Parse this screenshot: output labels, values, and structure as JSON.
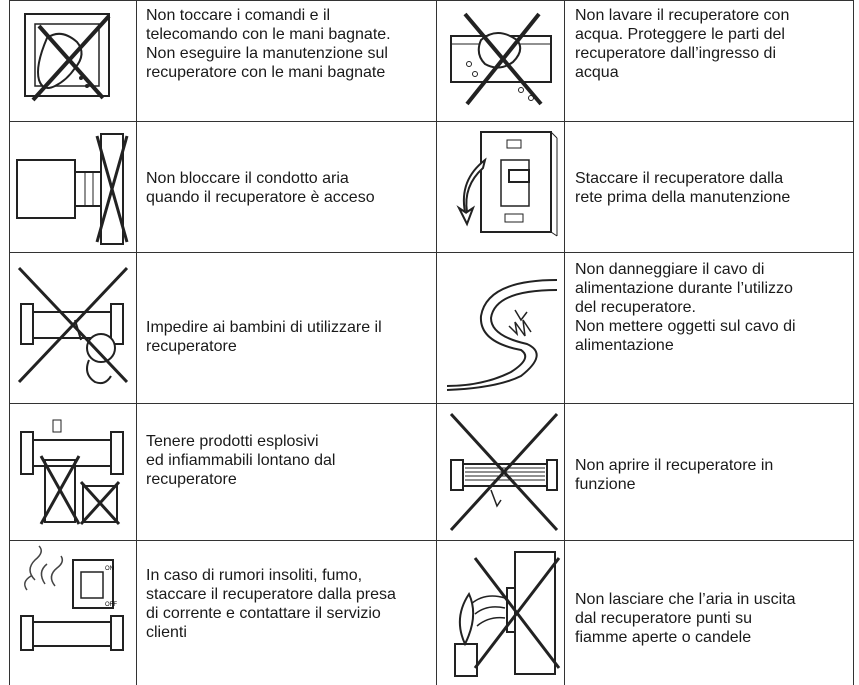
{
  "rows": [
    {
      "left_text": "Non toccare i comandi e il\ntelecomando con le mani bagnate.\nNon eseguire la manutenzione sul\nrecuperatore con le mani bagnate",
      "right_text": "Non lavare il recuperatore con\nacqua. Proteggere le parti del\nrecuperatore dall’ingresso di\nacqua"
    },
    {
      "left_text": "Non bloccare il condotto aria\nquando il recuperatore è acceso",
      "right_text": "Staccare il recuperatore dalla\nrete prima della manutenzione"
    },
    {
      "left_text": "Impedire ai bambini di utilizzare il\nrecuperatore",
      "right_text": "Non danneggiare il cavo di\nalimentazione durante l’utilizzo\ndel recuperatore.\nNon mettere oggetti sul cavo di\nalimentazione"
    },
    {
      "left_text": "Tenere prodotti esplosivi\ned infiammabili lontano dal\nrecuperatore",
      "right_text": "Non aprire il recuperatore in\nfunzione"
    },
    {
      "left_text": "In caso di rumori insoliti, fumo,\nstaccare il recuperatore dalla presa\ndi corrente e contattare il servizio\nclienti",
      "right_text": "Non lasciare che l’aria in uscita\ndal recuperatore punti su\nfiamme aperte o candele"
    }
  ],
  "icons": {
    "r1_left": "wet-hands-no-touch-icon",
    "r1_right": "no-water-wash-icon",
    "r2_left": "no-block-duct-icon",
    "r2_right": "unplug-before-maintenance-icon",
    "r3_left": "no-children-icon",
    "r3_right": "damaged-cable-icon",
    "r4_left": "no-flammable-products-icon",
    "r4_right": "no-open-while-running-icon",
    "r5_left": "smoke-unplug-icon",
    "r5_right": "no-air-on-flames-icon"
  },
  "panel_labels": {
    "switch_on": "ON",
    "switch_off": "OFF"
  }
}
